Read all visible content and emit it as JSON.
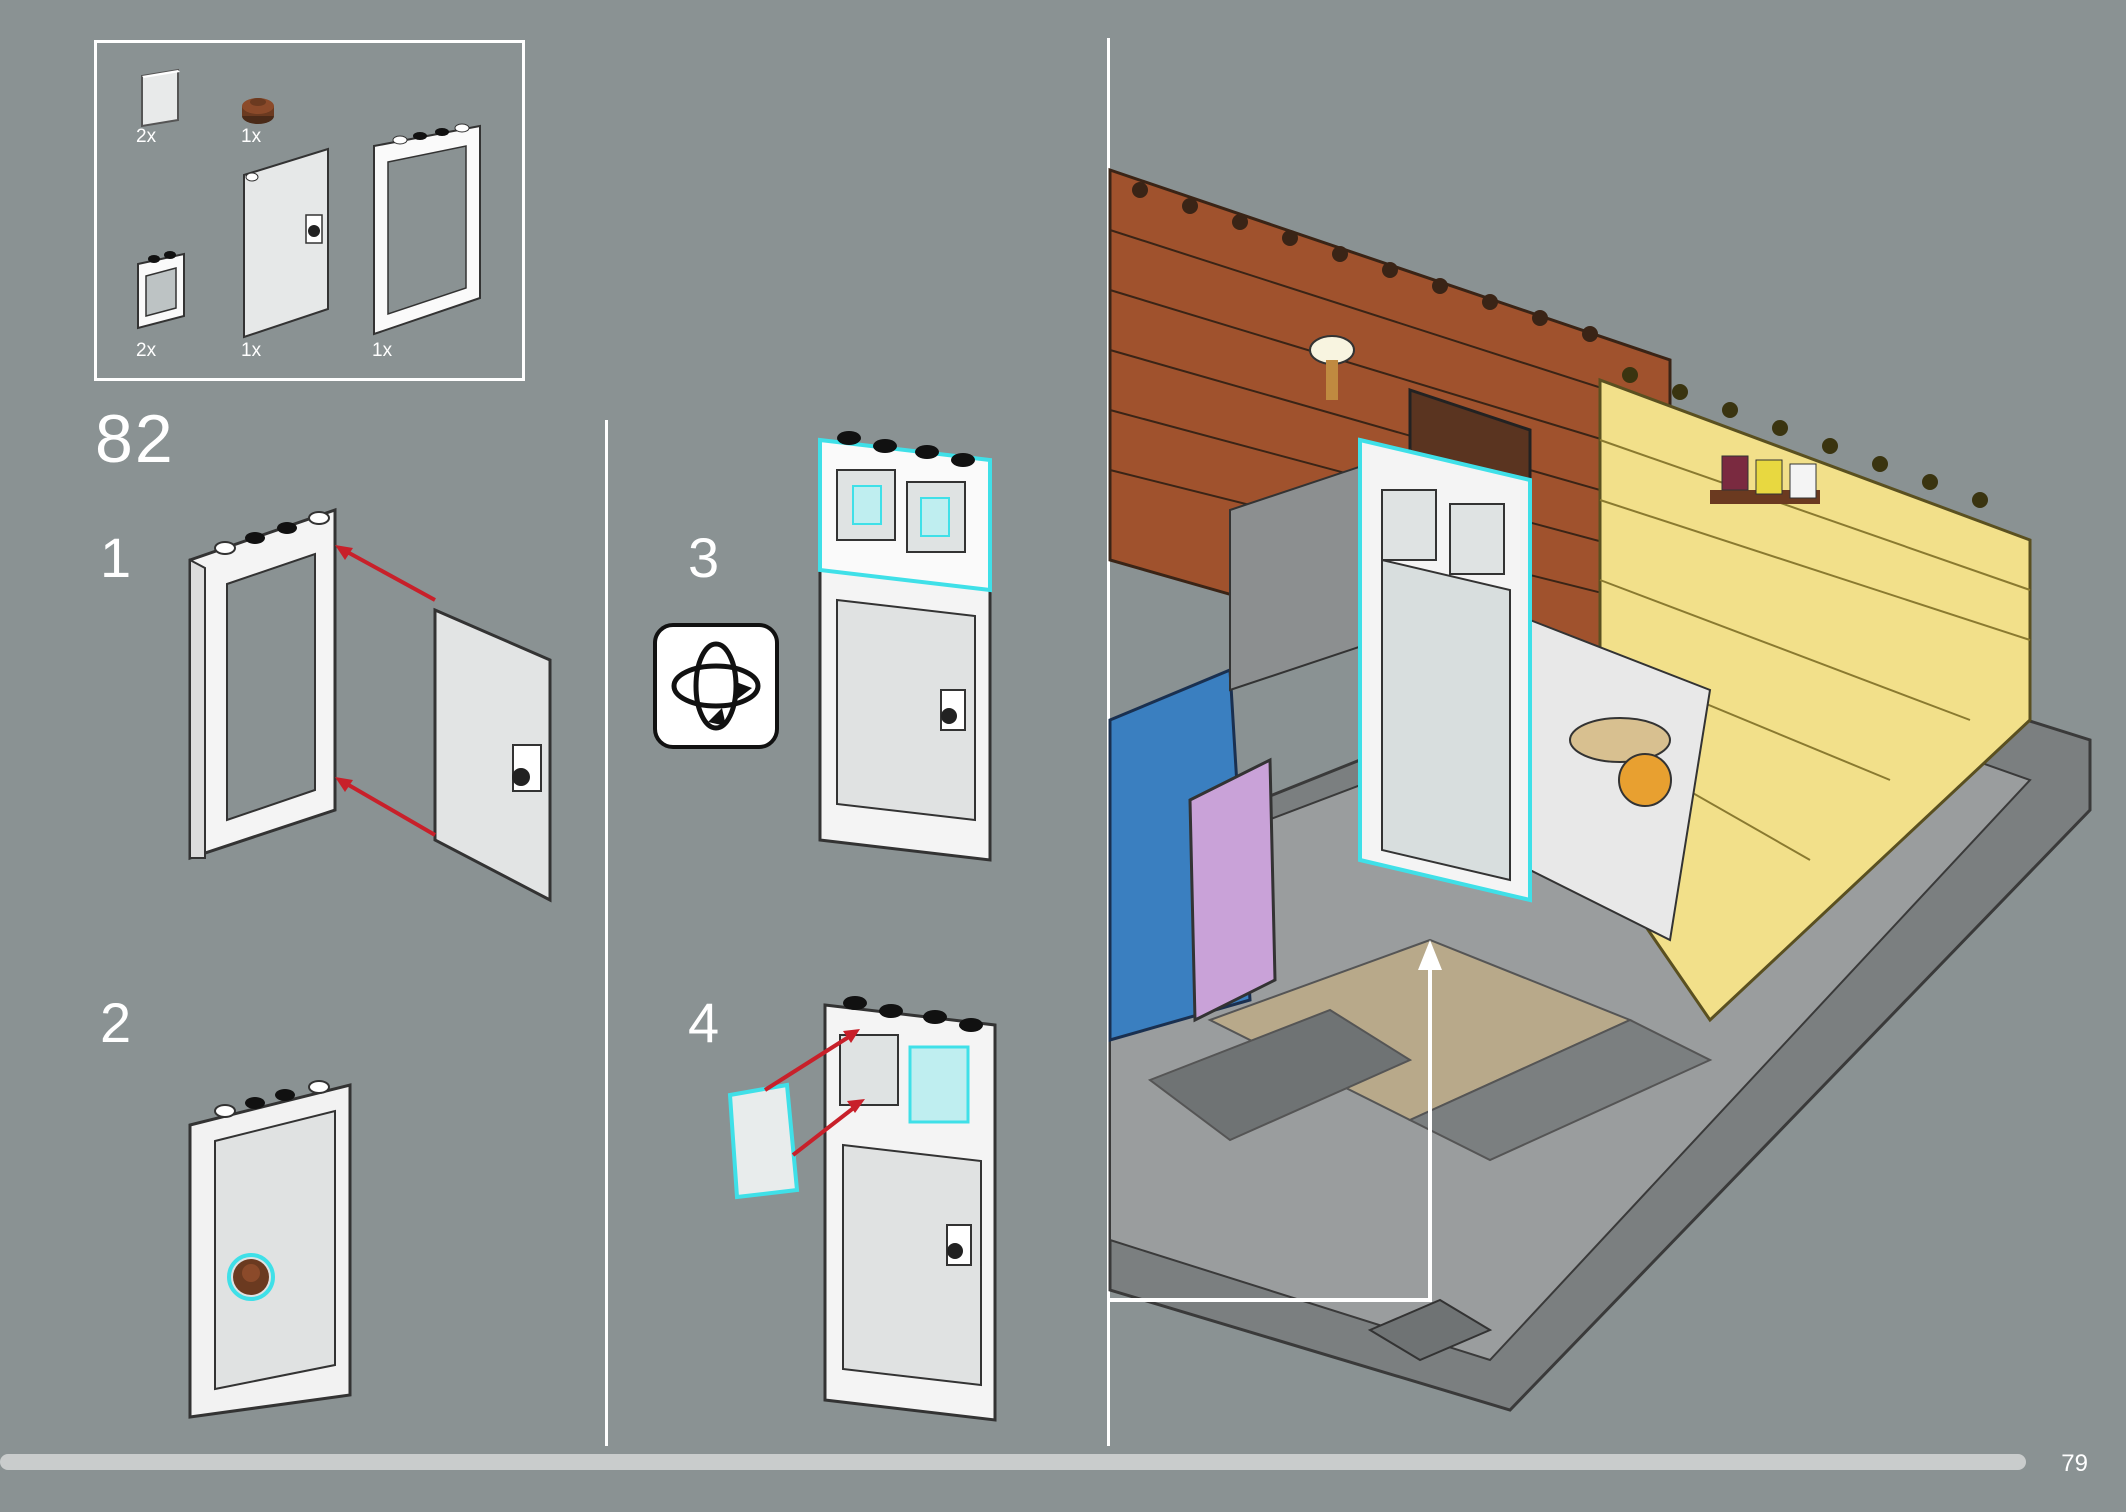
{
  "parts": [
    {
      "name": "transparent-glass-pane",
      "qty": "2x"
    },
    {
      "name": "brown-round-plate",
      "qty": "1x"
    },
    {
      "name": "window-frame-1x2",
      "qty": "2x"
    },
    {
      "name": "door-1x4x6",
      "qty": "1x"
    },
    {
      "name": "door-frame-1x4x6",
      "qty": "1x"
    }
  ],
  "step": {
    "number": "82",
    "substeps": [
      "1",
      "2",
      "3",
      "4"
    ]
  },
  "icons": {
    "rotate": "rotate-model-icon"
  },
  "page": {
    "number": "79",
    "progress": 0.95
  },
  "colors": {
    "background": "#8a9293",
    "highlight": "#3fe0e8",
    "arrow": "#c8202a",
    "brick_brown": "#a0522d",
    "brick_yellow": "#f2e08a",
    "blue_wall": "#3a7fc0",
    "lavender_door": "#c9a2d8"
  }
}
